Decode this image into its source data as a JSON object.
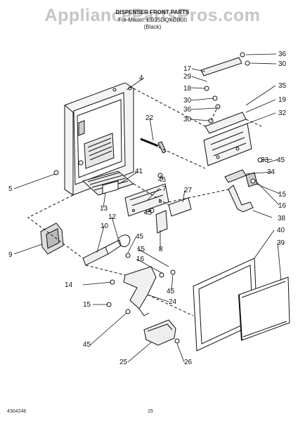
{
  "watermark": "AppliancePartsPros.com",
  "header": {
    "title": "DISPENSER FRONT PARTS",
    "model_line": "For Model: ED25DQXDB00",
    "color": "(Black)"
  },
  "footer": {
    "doc_number": "4304246",
    "page": "15"
  },
  "callouts": [
    "36",
    "30",
    "17",
    "29",
    "4",
    "18",
    "35",
    "30",
    "36",
    "19",
    "30",
    "32",
    "22",
    "33",
    "45",
    "34",
    "15",
    "5",
    "41",
    "45",
    "16",
    "7",
    "27",
    "13",
    "45",
    "38",
    "40",
    "12",
    "39",
    "10",
    "45",
    "9",
    "15",
    "8",
    "16",
    "14",
    "45",
    "24",
    "15",
    "45",
    "25",
    "26"
  ]
}
